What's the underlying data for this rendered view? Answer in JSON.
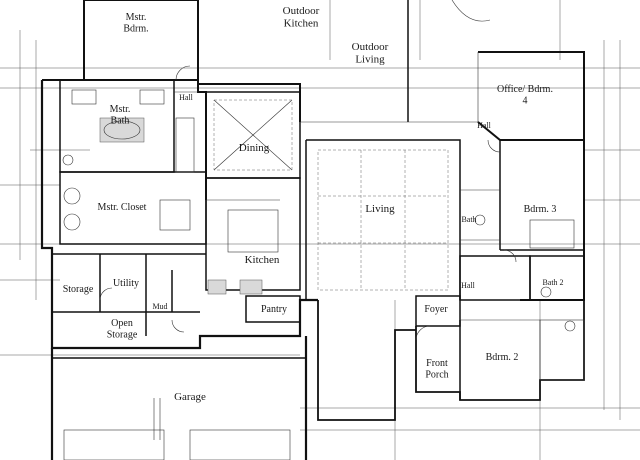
{
  "rooms": {
    "mstr_bdrm": "Mstr. Bdrm.",
    "outdoor_kitchen": "Outdoor Kitchen",
    "outdoor_living": "Outdoor Living",
    "office": "Office/ Bdrm. 4",
    "mstr_bath": "Mstr. Bath",
    "hall_1": "Hall",
    "dining": "Dining",
    "living": "Living",
    "hall_2": "Hall",
    "bdrm_3": "Bdrm. 3",
    "bath": "Bath",
    "mstr_closet": "Mstr. Closet",
    "kitchen": "Kitchen",
    "storage": "Storage",
    "utility": "Utility",
    "mud": "Mud",
    "pantry": "Pantry",
    "hall_3": "Hall",
    "bath_2": "Bath 2",
    "foyer": "Foyer",
    "open_storage": "Open Storage",
    "front_porch": "Front Porch",
    "bdrm_2": "Bdrm. 2",
    "garage": "Garage"
  }
}
